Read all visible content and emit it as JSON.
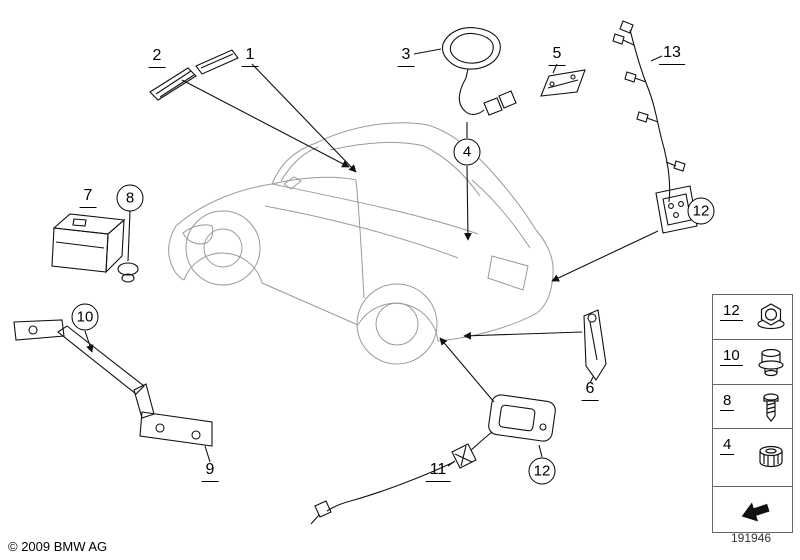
{
  "diagram": {
    "callouts": {
      "n1": "1",
      "n2": "2",
      "n3": "3",
      "n4": "4",
      "n5": "5",
      "n6": "6",
      "n7": "7",
      "n8": "8",
      "n9": "9",
      "n10": "10",
      "n11": "11",
      "n12_right": "12",
      "n12_bottom": "12",
      "n13": "13"
    },
    "legend": {
      "items": [
        {
          "label": "12",
          "icon": "flange-nut-icon"
        },
        {
          "label": "10",
          "icon": "hex-nut-icon"
        },
        {
          "label": "8",
          "icon": "screw-icon"
        },
        {
          "label": "4",
          "icon": "collar-nut-icon"
        },
        {
          "label": "",
          "icon": "direction-arrow-icon"
        }
      ]
    },
    "footer": {
      "copyright": "© 2009 BMW AG",
      "part_number": "191946"
    },
    "colors": {
      "part_line": "#111111",
      "car_line": "#9a9a9a"
    }
  }
}
